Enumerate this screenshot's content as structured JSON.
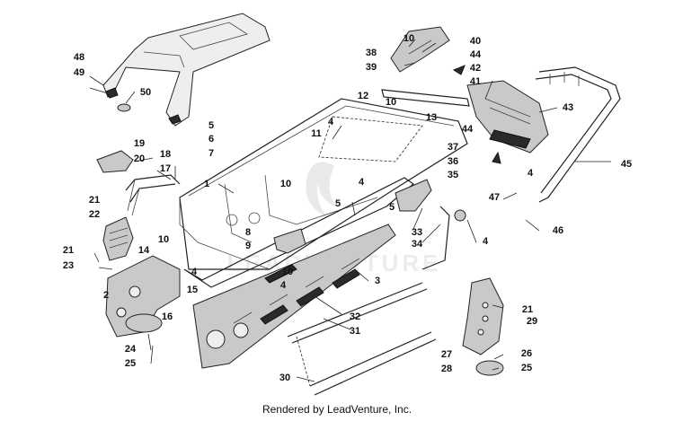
{
  "footer_text": "Rendered by LeadVenture, Inc.",
  "watermark_text": "LEADVENTURE",
  "callouts": [
    "1",
    "2",
    "3",
    "4",
    "5",
    "6",
    "7",
    "8",
    "9",
    "10",
    "11",
    "12",
    "13",
    "14",
    "15",
    "16",
    "17",
    "18",
    "19",
    "20",
    "21",
    "22",
    "23",
    "24",
    "25",
    "26",
    "27",
    "28",
    "29",
    "30",
    "31",
    "32",
    "33",
    "34",
    "35",
    "36",
    "37",
    "38",
    "39",
    "40",
    "41",
    "42",
    "43",
    "44",
    "45",
    "46",
    "47",
    "48",
    "49",
    "50"
  ]
}
